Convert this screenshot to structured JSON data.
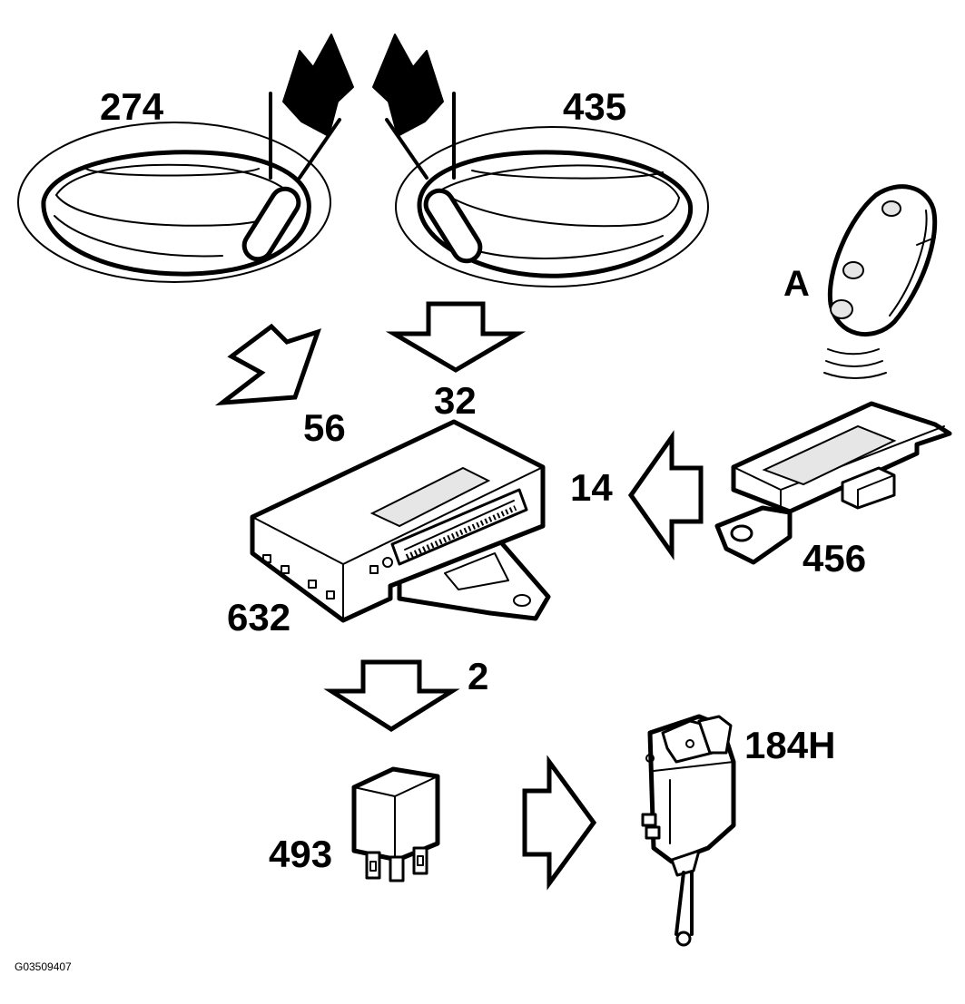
{
  "labels": {
    "left_handle": "274",
    "right_handle": "435",
    "remote_key": "A",
    "arrow_down_left": "56",
    "arrow_down_center": "32",
    "arrow_left": "14",
    "receiver": "456",
    "control_module": "632",
    "arrow_down_lower": "2",
    "relay": "493",
    "actuator": "184H"
  },
  "figure_reference": "G03509407"
}
